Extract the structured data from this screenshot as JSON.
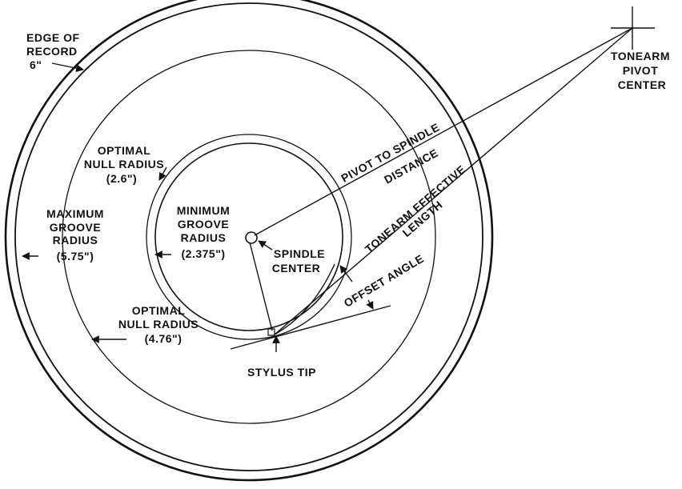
{
  "labels": {
    "edge_of_record_1": "EDGE OF",
    "edge_of_record_2": "RECORD",
    "edge_of_record_3": "6\"",
    "tonearm_pivot_1": "TONEARM",
    "tonearm_pivot_2": "PIVOT",
    "tonearm_pivot_3": "CENTER",
    "optimal_null_inner_1": "OPTIMAL",
    "optimal_null_inner_2": "NULL RADIUS",
    "optimal_null_inner_3": "(2.6\")",
    "maximum_groove_1": "MAXIMUM",
    "maximum_groove_2": "GROOVE",
    "maximum_groove_3": "RADIUS",
    "maximum_groove_4": "(5.75\")",
    "minimum_groove_1": "MINIMUM",
    "minimum_groove_2": "GROOVE",
    "minimum_groove_3": "RADIUS",
    "minimum_groove_4": "(2.375\")",
    "spindle_center_1": "SPINDLE",
    "spindle_center_2": "CENTER",
    "optimal_null_outer_1": "OPTIMAL",
    "optimal_null_outer_2": "NULL RADIUS",
    "optimal_null_outer_3": "(4.76\")",
    "stylus_tip": "STYLUS TIP",
    "pivot_to_spindle_1": "PIVOT TO SPINDLE",
    "pivot_to_spindle_2": "DISTANCE",
    "tonearm_effective_1": "TONEARM EFFECTIVE",
    "tonearm_effective_2": "LENGTH",
    "offset_angle": "OFFSET ANGLE"
  },
  "colors": {
    "ink": "#111111",
    "paper": "#ffffff"
  }
}
